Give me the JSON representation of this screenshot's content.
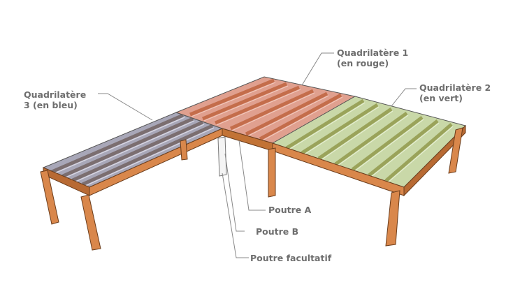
{
  "labels": {
    "quad1": {
      "line1": "Quadrilatère 1",
      "line2": "(en rouge)"
    },
    "quad2": {
      "line1": "Quadrilatère 2",
      "line2": "(en vert)"
    },
    "quad3": {
      "line1": "Quadrilatère",
      "line2": "3 (en bleu)"
    },
    "beam_a": "Poutre A",
    "beam_b": "Poutre B",
    "beam_optional": "Poutre facultatif"
  },
  "colors": {
    "wood": "#d9874b",
    "wood_dark": "#a85a28",
    "quad1_fill": "#e0a08f",
    "quad1_joist": "#c46d4b",
    "quad2_fill": "#c9d8a8",
    "quad2_joist": "#9aa35a",
    "quad3_fill": "#a8a7b8",
    "quad3_joist": "#7b6e70",
    "label_text": "#6e6e6e",
    "leader": "#888888"
  }
}
